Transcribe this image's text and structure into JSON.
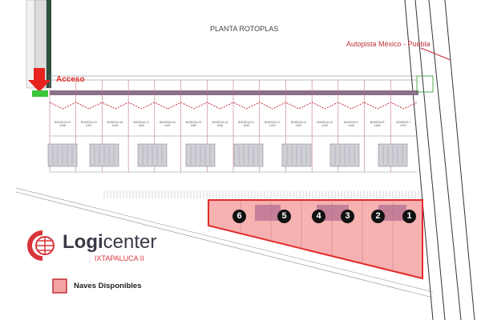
{
  "plan_title": "PLANTA ROTOPLAS",
  "highway_label": "Autopista México - Puebla",
  "access_label": "Acceso",
  "logo": {
    "brand_bold": "Logi",
    "brand_light": "center",
    "subtitle": "IXTAPALUCA II"
  },
  "legend": {
    "label": "Naves Disponibles",
    "color": "#f4a3a3"
  },
  "top_row_bodegas": [
    {
      "name": "BODEGA 22",
      "area": "1308"
    },
    {
      "name": "BODEGA 19",
      "area": "1407"
    },
    {
      "name": "BODEGA 18",
      "area": "1448"
    },
    {
      "name": "BODEGA 17",
      "area": "1430"
    },
    {
      "name": "BODEGA 16",
      "area": "1407"
    },
    {
      "name": "BODEGA 15",
      "area": "1387"
    },
    {
      "name": "BODEGA 14",
      "area": "1036"
    },
    {
      "name": "BODEGA 13",
      "area": "1030"
    },
    {
      "name": "BODEGA 12",
      "area": "1022"
    },
    {
      "name": "BODEGA 11",
      "area": "1022"
    },
    {
      "name": "BODEGA 10",
      "area": "1100"
    },
    {
      "name": "BODEGA 9",
      "area": "1443"
    },
    {
      "name": "BODEGA 8",
      "area": "1448"
    },
    {
      "name": "BODEGA 7",
      "area": "2047"
    }
  ],
  "available_units": [
    "6",
    "5",
    "4",
    "3",
    "2",
    "1"
  ],
  "colors": {
    "accent_red": "#e02b2b",
    "available_fill": "#f4a3a3",
    "zigzag": "#c0303a"
  }
}
